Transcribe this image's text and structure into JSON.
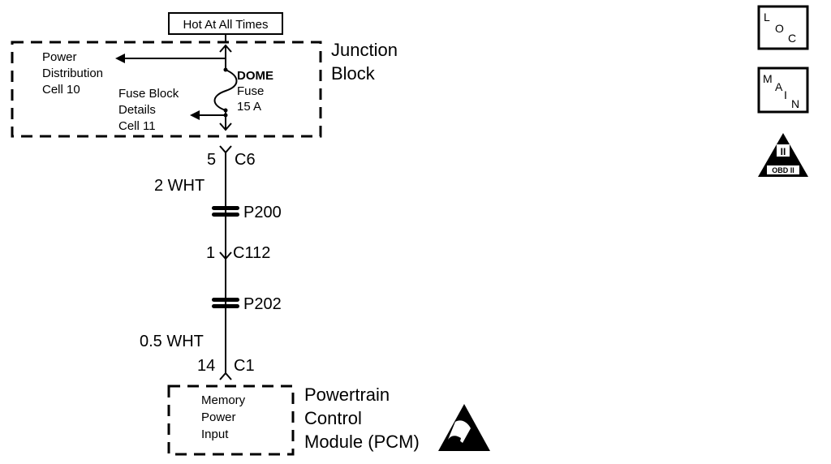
{
  "hot_label": "Hot At All Times",
  "junction_block": {
    "line1": "Junction",
    "line2": "Block"
  },
  "power_distribution": {
    "line1": "Power",
    "line2": "Distribution",
    "line3": "Cell 10"
  },
  "fuse_block_details": {
    "line1": "Fuse Block",
    "line2": "Details",
    "line3": "Cell 11"
  },
  "fuse": {
    "line1": "DOME",
    "line2": "Fuse",
    "line3": "15 A"
  },
  "connector_c6": {
    "pin": "5",
    "name": "C6"
  },
  "wire_1": "2 WHT",
  "splice_1": "P200",
  "connector_c112": {
    "pin": "1",
    "name": "C112"
  },
  "splice_2": "P202",
  "wire_2": "0.5 WHT",
  "connector_c1": {
    "pin": "14",
    "name": "C1"
  },
  "pcm_input": {
    "line1": "Memory",
    "line2": "Power",
    "line3": "Input"
  },
  "pcm": {
    "line1": "Powertrain",
    "line2": "Control",
    "line3": "Module (PCM)"
  },
  "icon_loc": {
    "a": "L",
    "b": "O",
    "c": "C"
  },
  "icon_main": {
    "a": "M",
    "b": "A",
    "c": "I",
    "d": "N"
  },
  "icon_obd": {
    "numeral": "II",
    "label": "OBD II"
  }
}
